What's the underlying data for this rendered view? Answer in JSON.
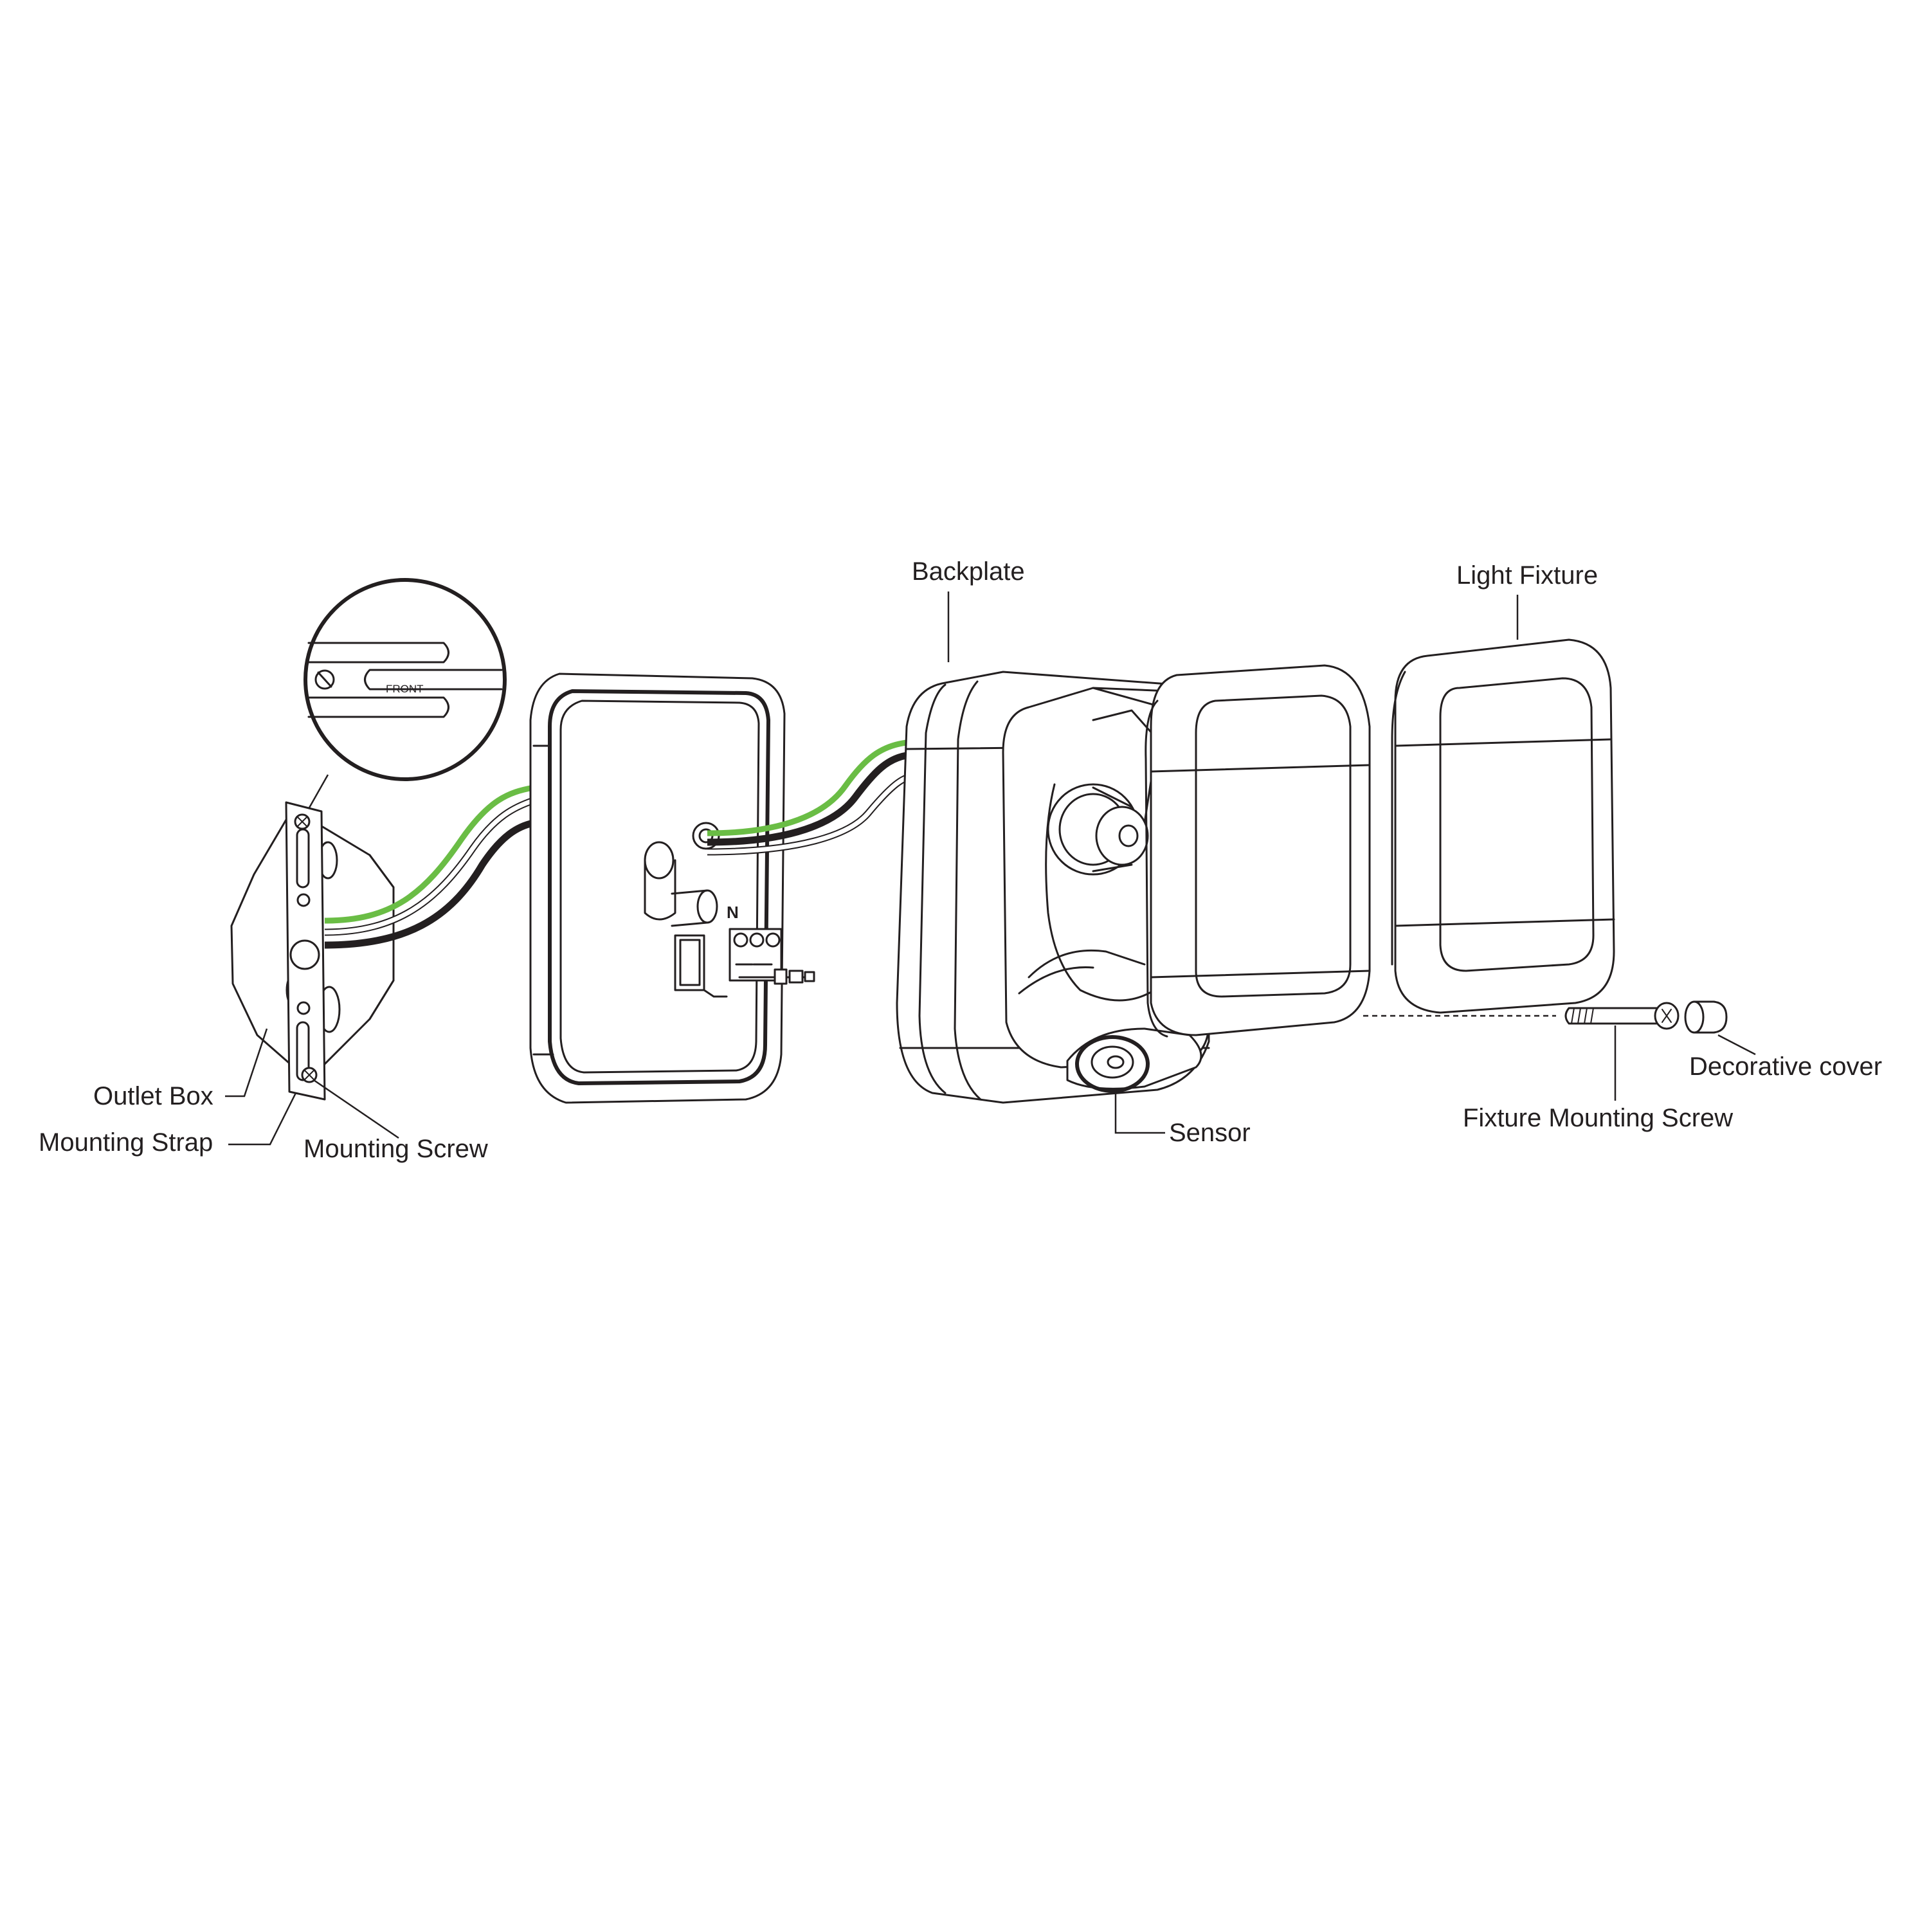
{
  "labels": {
    "backplate": "Backplate",
    "light_fixture": "Light Fixture",
    "decorative_cover": "Decorative cover",
    "fixture_mounting_screw": "Fixture Mounting Screw",
    "sensor": "Sensor",
    "outlet_box": "Outlet Box",
    "mounting_strap": "Mounting Strap",
    "mounting_screw": "Mounting Screw",
    "detail_front": "FRONT",
    "terminal_n": "N"
  },
  "colors": {
    "line": "#231f20",
    "ground_wire": "#6abd45",
    "hot_wire": "#231f20",
    "neutral_wire": "#ffffff",
    "background": "#ffffff"
  }
}
